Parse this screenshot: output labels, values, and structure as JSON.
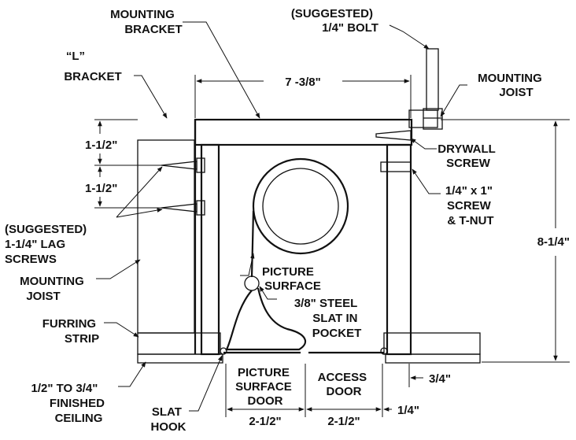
{
  "labels": {
    "mounting_bracket": [
      "MOUNTING",
      "BRACKET"
    ],
    "bolt": [
      "(SUGGESTED)",
      "1/4\" BOLT"
    ],
    "l_bracket": [
      "“L”",
      "BRACKET"
    ],
    "mounting_joist_right": [
      "MOUNTING",
      "JOIST"
    ],
    "width": "7 -3/8\"",
    "upper_spacing": "1-1/2\"",
    "lower_spacing": "1-1/2\"",
    "drywall_screw": [
      "DRYWALL",
      "SCREW"
    ],
    "screw_tnut": [
      "1/4\" x 1\"",
      "SCREW",
      "& T-NUT"
    ],
    "lag_screws": [
      "(SUGGESTED)",
      "1-1/4\" LAG",
      "SCREWS"
    ],
    "height": "8-1/4\"",
    "mounting_joist_left": [
      "MOUNTING",
      "JOIST"
    ],
    "picture_surface": [
      "PICTURE",
      "SURFACE"
    ],
    "steel_slat": [
      "3/8\" STEEL",
      "SLAT IN",
      "POCKET"
    ],
    "furring_strip": [
      "FURRING",
      "STRIP"
    ],
    "ceiling": [
      "1/2\" TO 3/4\"",
      "FINISHED",
      "CEILING"
    ],
    "picture_door": [
      "PICTURE",
      "SURFACE",
      "DOOR"
    ],
    "access_door": [
      "ACCESS",
      "DOOR"
    ],
    "right_offset": "3/4\"",
    "picture_door_width": "2-1/2\"",
    "access_door_width": "2-1/2\"",
    "gap": "1/4\"",
    "slat_hook": [
      "SLAT",
      "HOOK"
    ]
  }
}
